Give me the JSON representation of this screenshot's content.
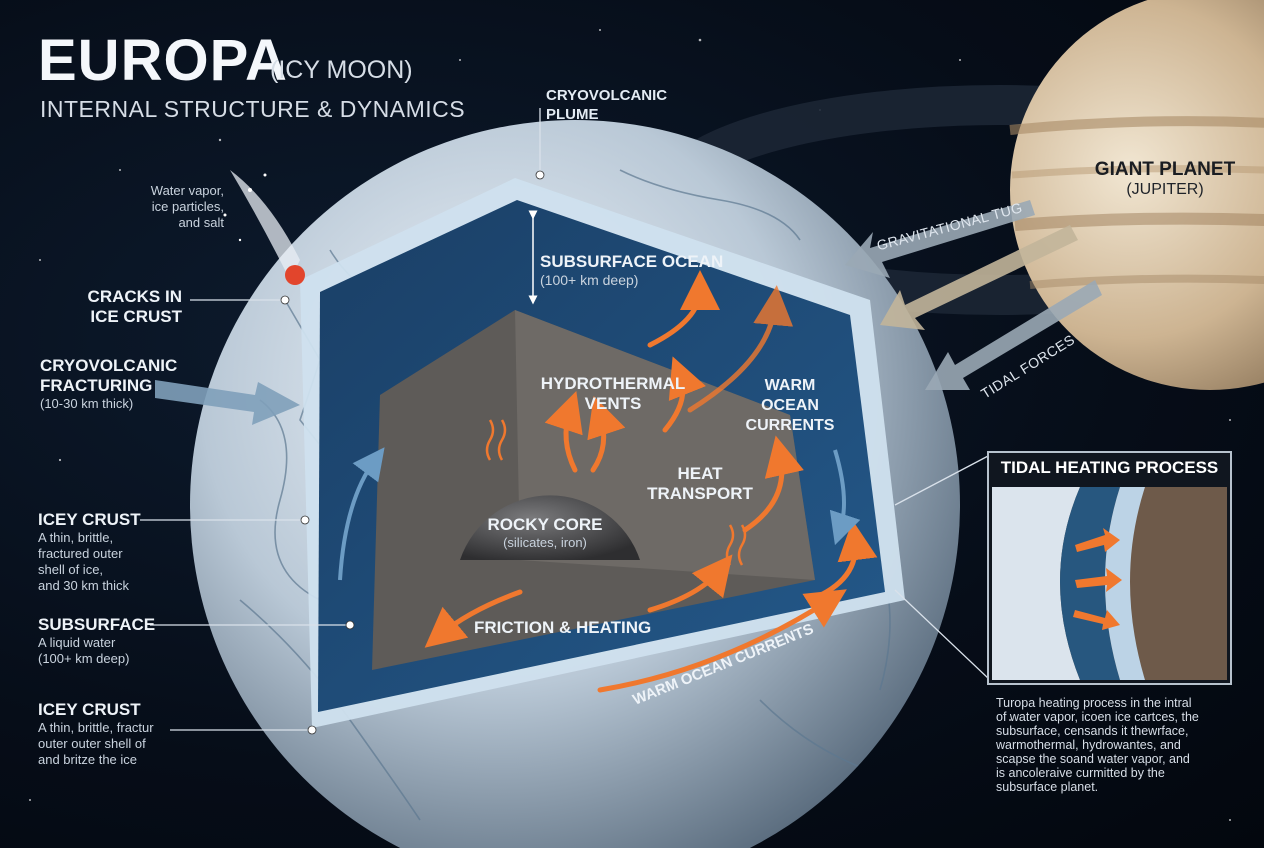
{
  "header": {
    "title": "EUROPA",
    "title_suffix": "(ICY MOON)",
    "subtitle": "INTERNAL STRUCTURE & DYNAMICS"
  },
  "labels": {
    "plume_top": "CRYOVOLCANIC",
    "plume_bottom": "PLUME",
    "water_vapor_1": "Water vapor,",
    "water_vapor_2": "ice particles,",
    "water_vapor_3": "and salt",
    "cracks_1": "CRACKS IN",
    "cracks_2": "ICE CRUST",
    "cryo_frac_1": "CRYOVOLCANIC",
    "cryo_frac_2": "FRACTURING",
    "cryo_frac_3": "(10-30 km thick)",
    "icey_crust_1_title": "ICEY CRUST",
    "icey_crust_1_l1": "A thin, brittle,",
    "icey_crust_1_l2": "fractured outer",
    "icey_crust_1_l3": "shell of ice,",
    "icey_crust_1_l4": "and 30 km thick",
    "subsurface_title": "SUBSURFACE",
    "subsurface_l1": "A liquid water",
    "subsurface_l2": "(100+ km deep)",
    "icey_crust_2_title": "ICEY CRUST",
    "icey_crust_2_l1": "A thin, brittle, fractur",
    "icey_crust_2_l2": "outer outer shell of",
    "icey_crust_2_l3": "and britze the ice",
    "ocean_title": "SUBSURFACE OCEAN",
    "ocean_sub": "(100+ km deep)",
    "hydro_1": "HYDROTHERMAL",
    "hydro_2": "VENTS",
    "warm_1": "WARM",
    "warm_2": "OCEAN",
    "warm_3": "CURRENTS",
    "heat_1": "HEAT",
    "heat_2": "TRANSPORT",
    "core_title": "ROCKY CORE",
    "core_sub": "(silicates, iron)",
    "friction": "FRICTION & HEATING",
    "warm_currents_curve": "WARM OCEAN CURRENTS",
    "giant_1": "GIANT PLANET",
    "giant_2": "(JUPITER)",
    "grav_tug": "GRAVITATIONAL TUG",
    "tidal_forces": "TIDAL FORCES"
  },
  "inset": {
    "title": "TIDAL HEATING PROCESS",
    "para": [
      "Turopa heating process in the intral",
      "of water vapor, icoen ice cartces, the",
      "subsurface, censands it thewrface,",
      "warmothermal, hydrowantes, and",
      "scapse the soand water vapor, and",
      "is ancoleraive curmitted by the",
      "subsurface planet."
    ]
  },
  "colors": {
    "ocean": "#1e4d78",
    "ice": "#dce7f1",
    "mantle": "#6a6763",
    "core": "#4a4a4c",
    "heat_arrow": "#f0782e",
    "jupiter": "#d9c7a6"
  }
}
